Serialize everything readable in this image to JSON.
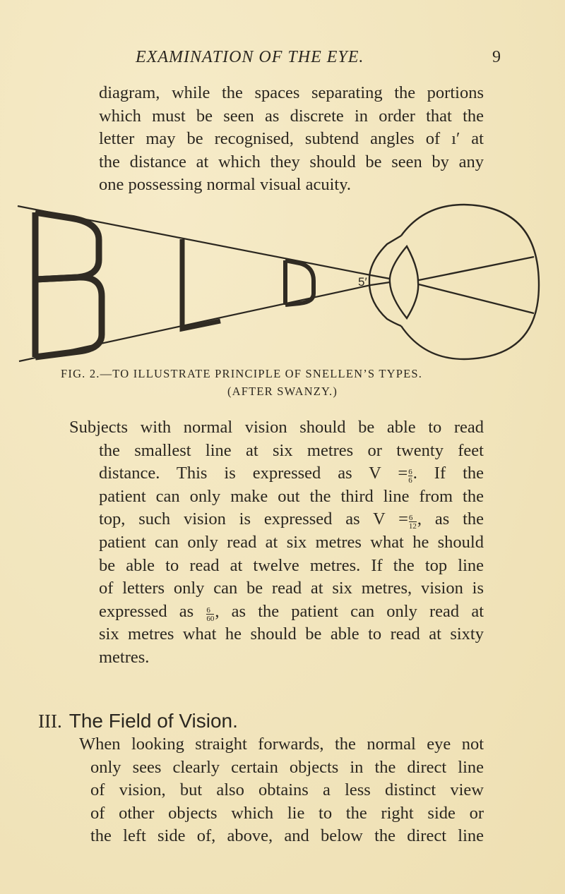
{
  "page": {
    "running_title": "EXAMINATION OF THE EYE.",
    "page_number": "9",
    "background_color": "#f3e7c1",
    "ink_color": "#2b2720"
  },
  "paragraph_1": {
    "lines": [
      "diagram, while the spaces separating the portions",
      "which must be seen as discrete in order that the",
      "letter may be recognised, subtend angles of ı′ at",
      "the distance at which they should be seen by any",
      "one possessing normal visual acuity."
    ]
  },
  "figure": {
    "letters": [
      "B",
      "L",
      "D"
    ],
    "angle_label": "5′",
    "caption_line_1": "FIG. 2.—TO ILLUSTRATE PRINCIPLE OF SNELLEN’S TYPES.",
    "caption_line_2": "(AFTER SWANZY.)"
  },
  "paragraph_2": {
    "line_1": "Subjects with normal vision should be able to read",
    "line_2": "the smallest line at six metres or twenty feet",
    "line_3_before": "distance.   This is expressed as V =",
    "line_3_frac_num": "6",
    "line_3_frac_den": "6",
    "line_3_after": ".   If the",
    "line_4": "patient can only make out the third line from the",
    "line_5_before": "top, such vision is expressed as V =",
    "line_5_frac_num": "6",
    "line_5_frac_den": "12",
    "line_5_after": ", as the",
    "line_6": "patient can only read at six metres what he should",
    "line_7": "be able to read at twelve metres.   If the top line",
    "line_8": "of letters only can be read at six metres, vision is",
    "line_9_before": "expressed as",
    "line_9_frac_num": "6",
    "line_9_frac_den": "60",
    "line_9_after": ", as the patient can only read at",
    "line_10": "six metres what he should be able to read at sixty",
    "line_11": "metres."
  },
  "section": {
    "number": "III.",
    "title": "The Field of Vision."
  },
  "paragraph_3": {
    "lines": [
      "When looking straight forwards, the normal eye not",
      "only sees clearly certain objects in the direct line",
      "of vision, but also obtains a less distinct view",
      "of other objects which lie to the right side or",
      "the left side of, above, and below the direct line"
    ]
  }
}
